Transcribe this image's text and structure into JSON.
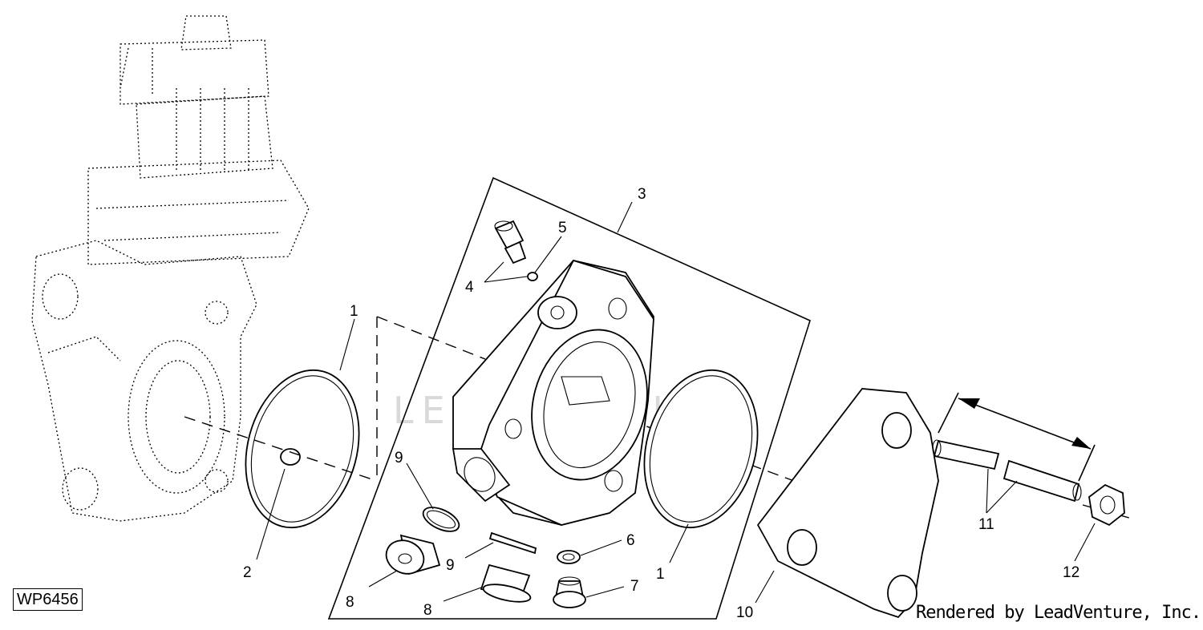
{
  "figure": {
    "id_label": "WP6456",
    "credit": "Rendered by LeadVenture, Inc.",
    "watermark": "LEADVENTURE"
  },
  "callouts": {
    "c1_left": "1",
    "c1_right": "1",
    "c2": "2",
    "c3": "3",
    "c4": "4",
    "c5": "5",
    "c6": "6",
    "c7": "7",
    "c8_left": "8",
    "c8_bottom": "8",
    "c9_top": "9",
    "c9_bottom": "9",
    "c10": "10",
    "c11": "11",
    "c12": "12"
  }
}
